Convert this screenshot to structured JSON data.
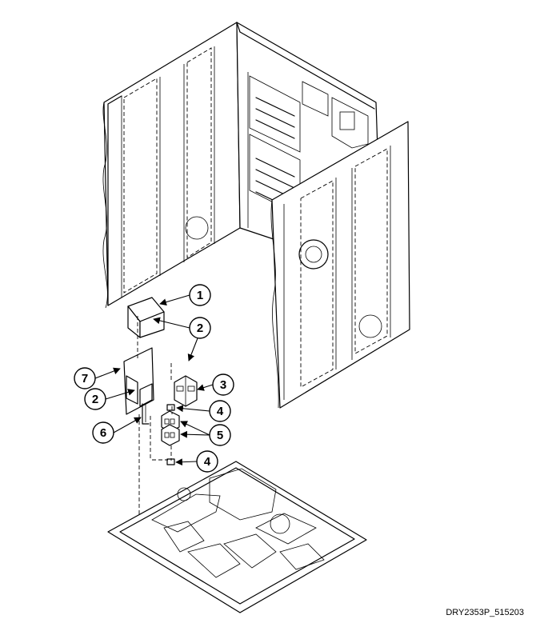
{
  "diagram_id": "DRY2353P_515203",
  "callouts": [
    "1",
    "2",
    "2",
    "3",
    "4",
    "4",
    "5",
    "6",
    "7"
  ]
}
